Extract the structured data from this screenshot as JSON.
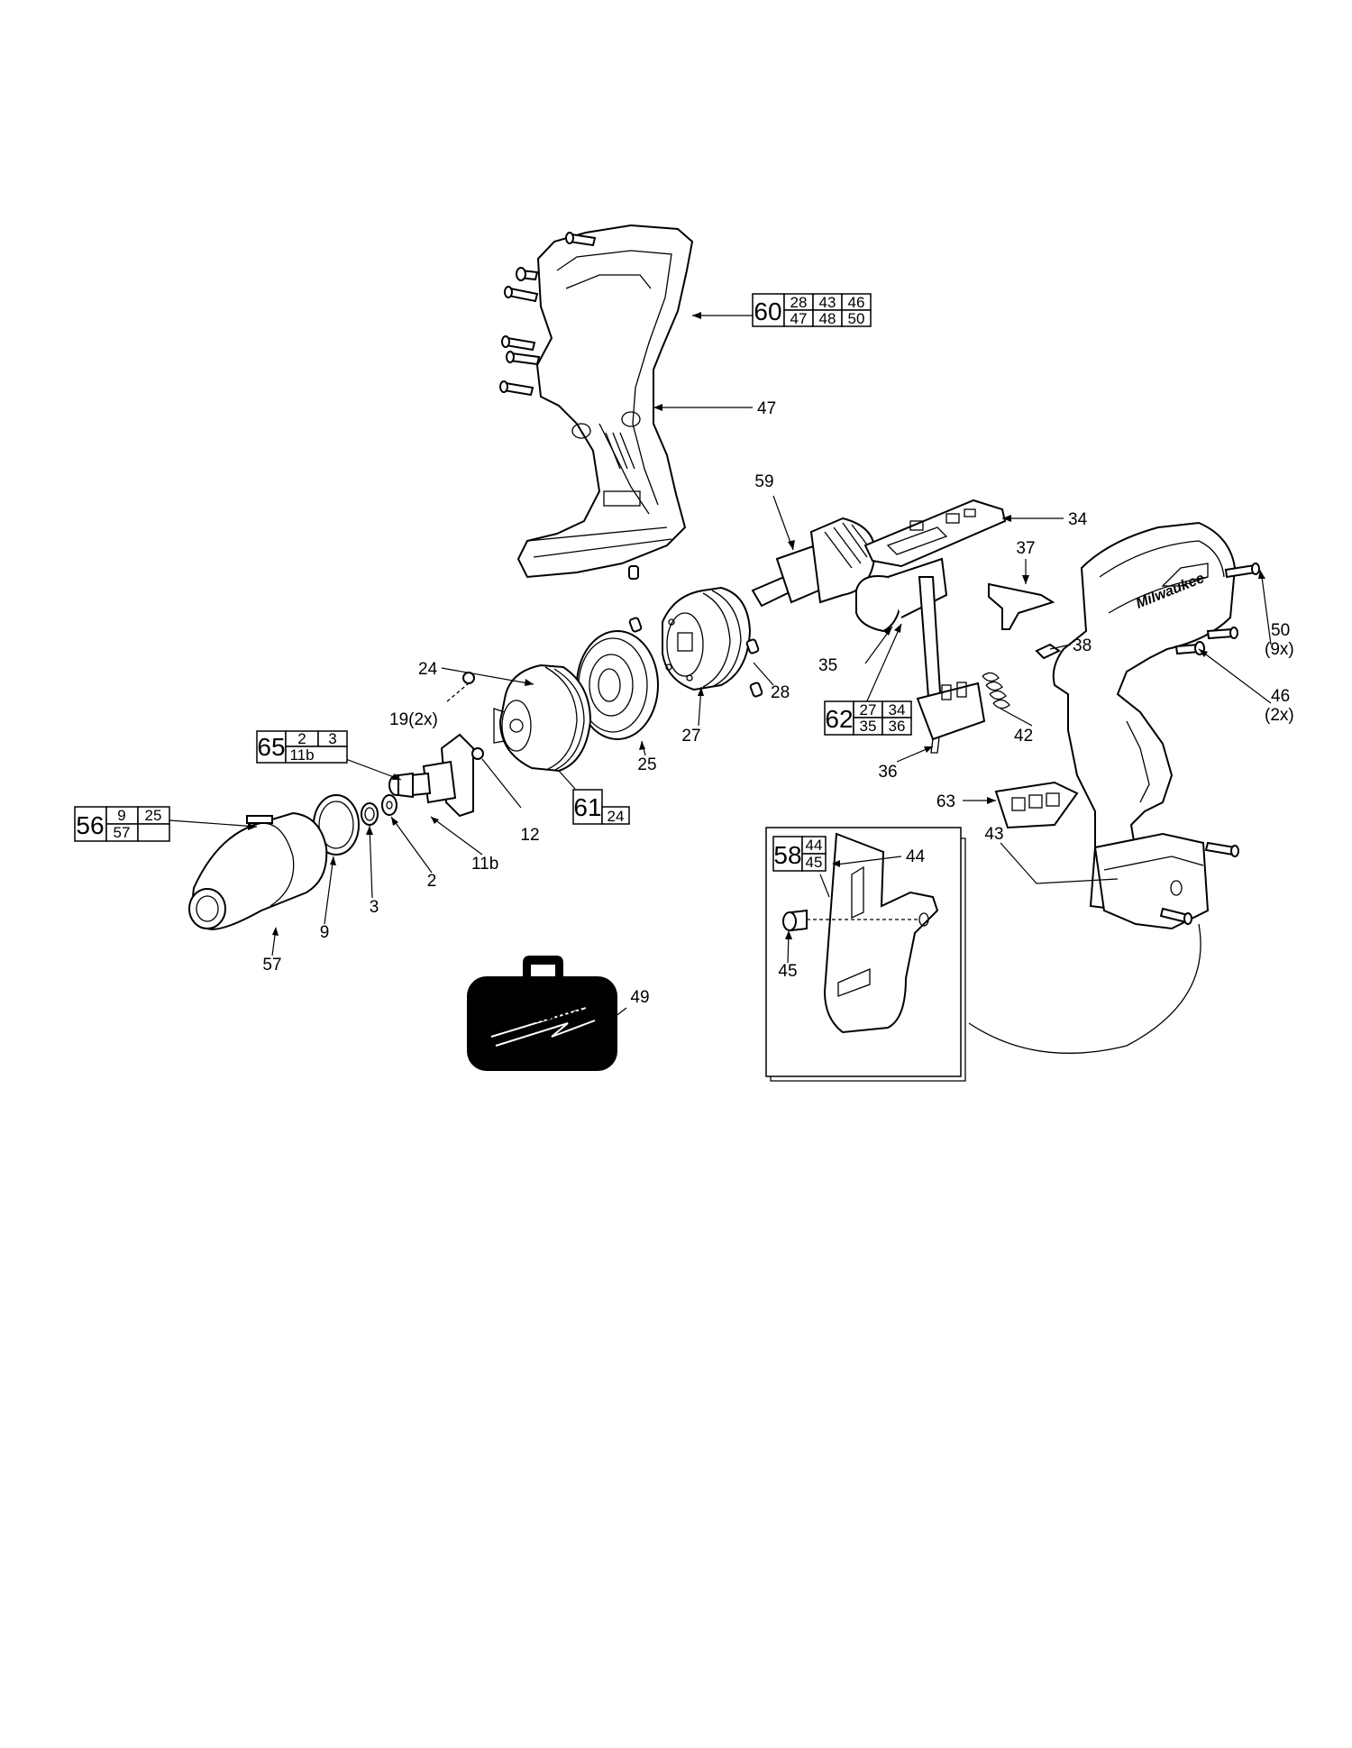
{
  "labels": {
    "p60": "60",
    "p60_sub": [
      "28",
      "43",
      "46",
      "47",
      "48",
      "50"
    ],
    "p47": "47",
    "p59": "59",
    "p34": "34",
    "p37": "37",
    "p50": "50",
    "p50_qty": "(9x)",
    "p38": "38",
    "p46": "46",
    "p46_qty": "(2x)",
    "p24": "24",
    "p19": "19(2x)",
    "p35": "35",
    "p28": "28",
    "p62": "62",
    "p62_sub": [
      "27",
      "34",
      "35",
      "36"
    ],
    "p42": "42",
    "p27": "27",
    "p65": "65",
    "p65_sub": [
      "2",
      "3",
      "11b"
    ],
    "p25": "25",
    "p36": "36",
    "p61": "61",
    "p61_sub": [
      "24"
    ],
    "p12": "12",
    "p63": "63",
    "p56": "56",
    "p56_sub": [
      "9",
      "25",
      "57"
    ],
    "p43": "43",
    "p58": "58",
    "p58_sub": [
      "44",
      "45"
    ],
    "p44": "44",
    "p11b": "11b",
    "p2": "2",
    "p3": "3",
    "p9": "9",
    "p45": "45",
    "p57": "57",
    "p49": "49"
  },
  "brand": "Milwaukee"
}
